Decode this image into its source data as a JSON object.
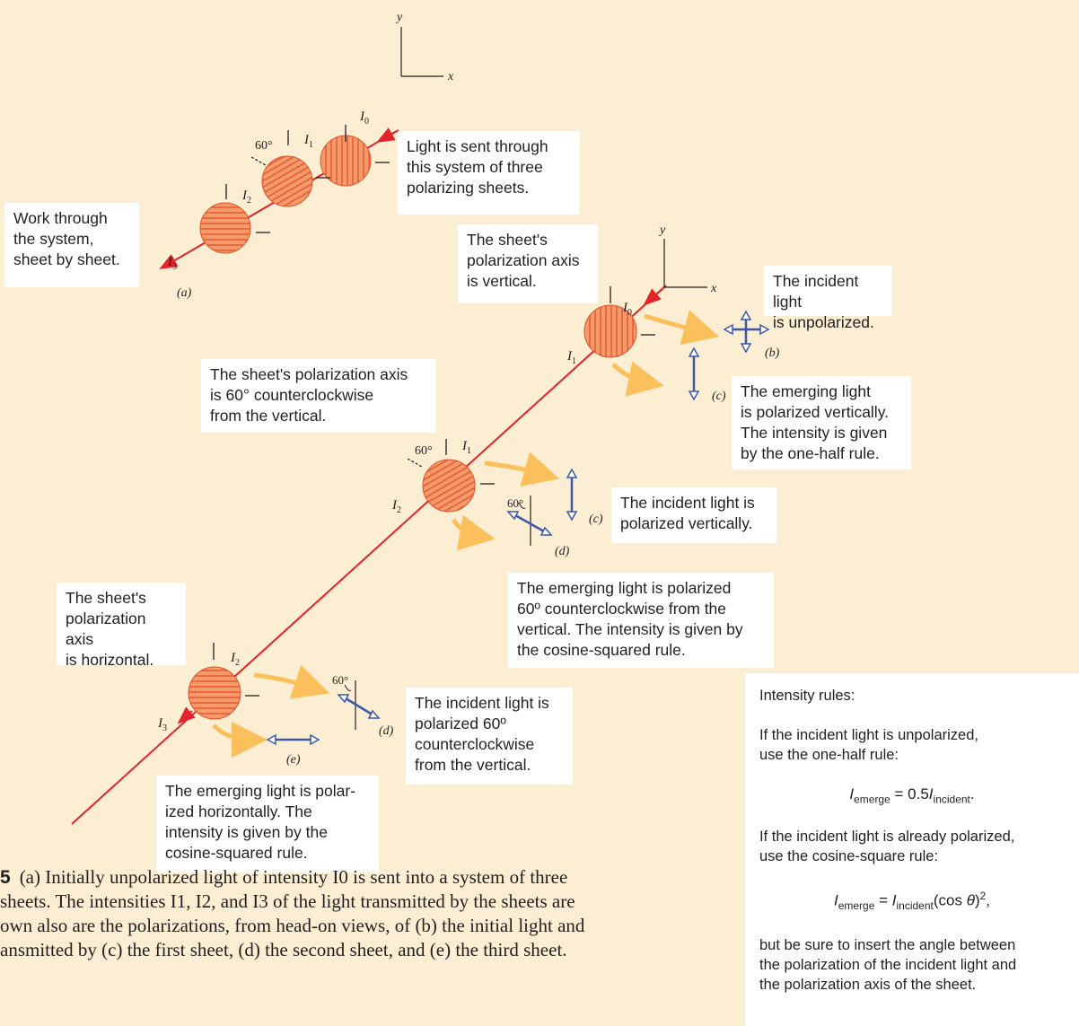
{
  "axes": {
    "x_label": "x",
    "y_label": "y"
  },
  "angle_label": "60°",
  "intensity_labels": {
    "I0": "I",
    "I0_sub": "0",
    "I1": "I",
    "I1_sub": "1",
    "I2": "I",
    "I2_sub": "2",
    "I3": "I",
    "I3_sub": "3"
  },
  "panel_labels": {
    "a": "(a)",
    "b": "(b)",
    "c": "(c)",
    "d": "(d)",
    "e": "(e)"
  },
  "callouts": {
    "system": "Light is sent through\nthis system of three\npolarizing sheets.",
    "work": "Work through\nthe system,\nsheet by sheet.",
    "sheet1_axis": "The sheet's\npolarization axis\nis vertical.",
    "unpolarized": "The incident light\nis unpolarized.",
    "emerging_vertical": "The emerging light\nis polarized vertically.\nThe intensity is given\nby the one-half rule.",
    "sheet2_axis": "The sheet's polarization axis\nis 60° counterclockwise\nfrom the vertical.",
    "incident_vertical": "The incident light is\npolarized vertically.",
    "emerging_60": "The emerging light is polarized\n60º counterclockwise from the\nvertical. The intensity is given by\nthe cosine-squared rule.",
    "sheet3_axis": "The sheet's\npolarization axis\nis horizontal.",
    "incident_60": "The incident light is\npolarized 60º\ncounterclockwise\nfrom the vertical.",
    "emerging_horizontal": "The emerging light is polar-\nized horizontally. The\nintensity is given by the\ncosine-squared rule."
  },
  "rules": {
    "title": "Intensity rules:",
    "unpolarized_intro_1": "If the incident light is unpolarized,",
    "unpolarized_intro_2": "use the one-half rule:",
    "eq1_lhs": "I",
    "eq1_lhs_sub": "emerge",
    "eq1_rhs": " = 0.5",
    "eq1_rhs_i": "I",
    "eq1_rhs_sub": "incident",
    "eq1_end": ".",
    "polarized_intro_1": "If the incident light is already polarized,",
    "polarized_intro_2": "use the cosine-square rule:",
    "eq2_lhs": "I",
    "eq2_lhs_sub": "emerge",
    "eq2_mid": " = ",
    "eq2_rhs_i": "I",
    "eq2_rhs_sub": "incident",
    "eq2_paren": "(cos ",
    "eq2_theta": "θ",
    "eq2_close": ")",
    "eq2_sup": "2",
    "eq2_end": ",",
    "note_1": "but be sure to insert the angle between",
    "note_2": "the polarization of the incident light and",
    "note_3": "the polarization axis of the sheet."
  },
  "caption": {
    "number": "5",
    "line1": "(a) Initially unpolarized light of intensity I0 is sent into a system of three",
    "line2": "sheets. The intensities I1, I2, and I3 of the light transmitted by the sheets are",
    "line3": "own also are the polarizations, from head-on views, of (b) the initial light and",
    "line4": "ansmitted by (c) the first sheet, (d) the second sheet, and (e) the third sheet."
  },
  "colors": {
    "background": "#fbeed2",
    "beam": "#e2232a",
    "sheet_fill": "#f59a6a",
    "sheet_hatch": "#e0502a",
    "flow_arrow": "#fbbf5c",
    "polarization_arrow": "#3d58a6"
  }
}
